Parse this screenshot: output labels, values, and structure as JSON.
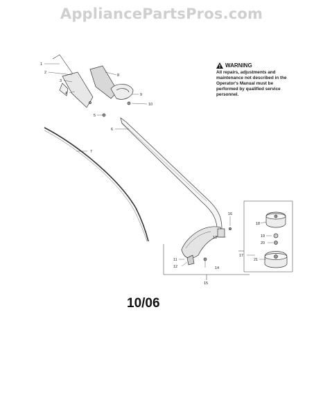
{
  "watermark": "AppliancePartsPros.com",
  "warning": {
    "icon": "warning-triangle-icon",
    "title": "WARNING",
    "body": "All repairs, adjustments and maintenance not described in the Operator's Manual must be performed by qualified service personnel."
  },
  "diagram_date": "10/06",
  "callouts": [
    "1",
    "2",
    "3",
    "4",
    "5",
    "6",
    "7",
    "8",
    "9",
    "10",
    "11",
    "12",
    "13",
    "14",
    "15",
    "16",
    "17",
    "18",
    "19",
    "20",
    "21"
  ]
}
